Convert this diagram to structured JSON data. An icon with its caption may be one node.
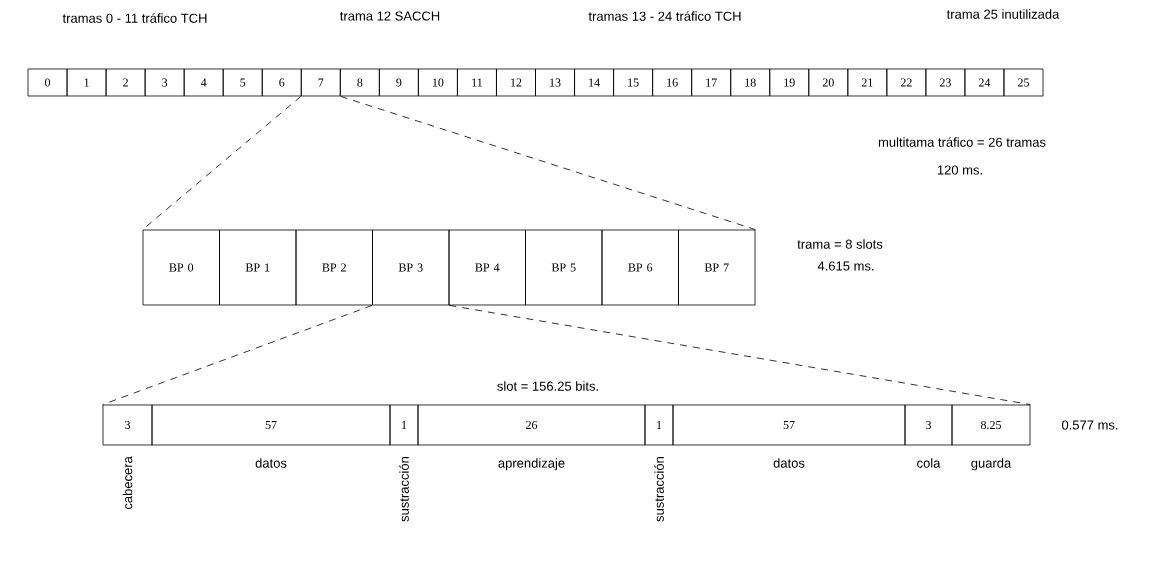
{
  "diagram": {
    "nodes": [
      {
        "text": [
          "0"
        ]
      },
      {
        "text": [
          "1"
        ]
      },
      {
        "text": [
          "2"
        ]
      },
      {
        "text": [
          "3"
        ]
      },
      {
        "text": [
          "4"
        ]
      },
      {
        "text": [
          "5"
        ]
      },
      {
        "text": [
          "6"
        ]
      },
      {
        "text": [
          "7"
        ]
      },
      {
        "text": [
          "8"
        ]
      },
      {
        "text": [
          "9"
        ]
      },
      {
        "text": [
          "10"
        ]
      },
      {
        "text": [
          "11"
        ]
      },
      {
        "text": [
          "12"
        ]
      },
      {
        "text": [
          "13"
        ]
      },
      {
        "text": [
          "14"
        ]
      },
      {
        "text": [
          "15"
        ]
      },
      {
        "text": [
          "16"
        ]
      },
      {
        "text": [
          "17"
        ]
      },
      {
        "text": [
          "18"
        ]
      },
      {
        "text": [
          "19"
        ]
      },
      {
        "text": [
          "20"
        ]
      },
      {
        "text": [
          "21"
        ]
      },
      {
        "text": [
          "22"
        ]
      },
      {
        "text": [
          "23"
        ]
      },
      {
        "text": [
          "24"
        ]
      },
      {
        "text": [
          "25"
        ]
      },
      {
        "text": [
          "BP 0"
        ]
      },
      {
        "text": [
          "BP 1"
        ]
      },
      {
        "text": [
          "BP 2"
        ]
      },
      {
        "text": [
          "BP 3"
        ]
      },
      {
        "text": [
          "BP 4"
        ]
      },
      {
        "text": [
          "BP 5"
        ]
      },
      {
        "text": [
          "BP 6"
        ]
      },
      {
        "text": [
          "BP 7"
        ]
      },
      {
        "text": [
          "3"
        ],
        "beside": [
          "cabecera"
        ]
      },
      {
        "text": [
          "57"
        ],
        "beside": [
          "datos"
        ]
      },
      {
        "text": [
          "1"
        ],
        "beside": [
          "sustracción"
        ]
      },
      {
        "text": [
          "26"
        ],
        "beside": [
          "aprendizaje"
        ]
      },
      {
        "text": [
          "1"
        ],
        "beside": [
          "sustracción"
        ]
      },
      {
        "text": [
          "57"
        ],
        "beside": [
          "datos"
        ]
      },
      {
        "text": [
          "3"
        ],
        "beside": [
          "cola"
        ]
      },
      {
        "text": [
          "8.25"
        ],
        "beside": [
          "guarda"
        ]
      }
    ],
    "edges": [
      {
        "from": 7,
        "to": 26,
        "arrow": "none",
        "style": "dashed"
      },
      {
        "from": 7,
        "to": 33,
        "arrow": "none",
        "style": "dashed"
      },
      {
        "from": 29,
        "to": 34,
        "arrow": "none",
        "style": "dashed"
      },
      {
        "from": 29,
        "to": 41,
        "arrow": "none",
        "style": "dashed"
      }
    ],
    "labels": [
      "tramas 0 - 11 tráfico TCH",
      "trama 12 SACCH",
      "tramas 13 - 24 tráfico TCH",
      "trama 25 inutilizada",
      "multitama tráfico = 26 tramas",
      "120 ms.",
      "trama = 8 slots",
      "4.615 ms.",
      "slot = 156.25 bits.",
      "0.577 ms."
    ]
  }
}
